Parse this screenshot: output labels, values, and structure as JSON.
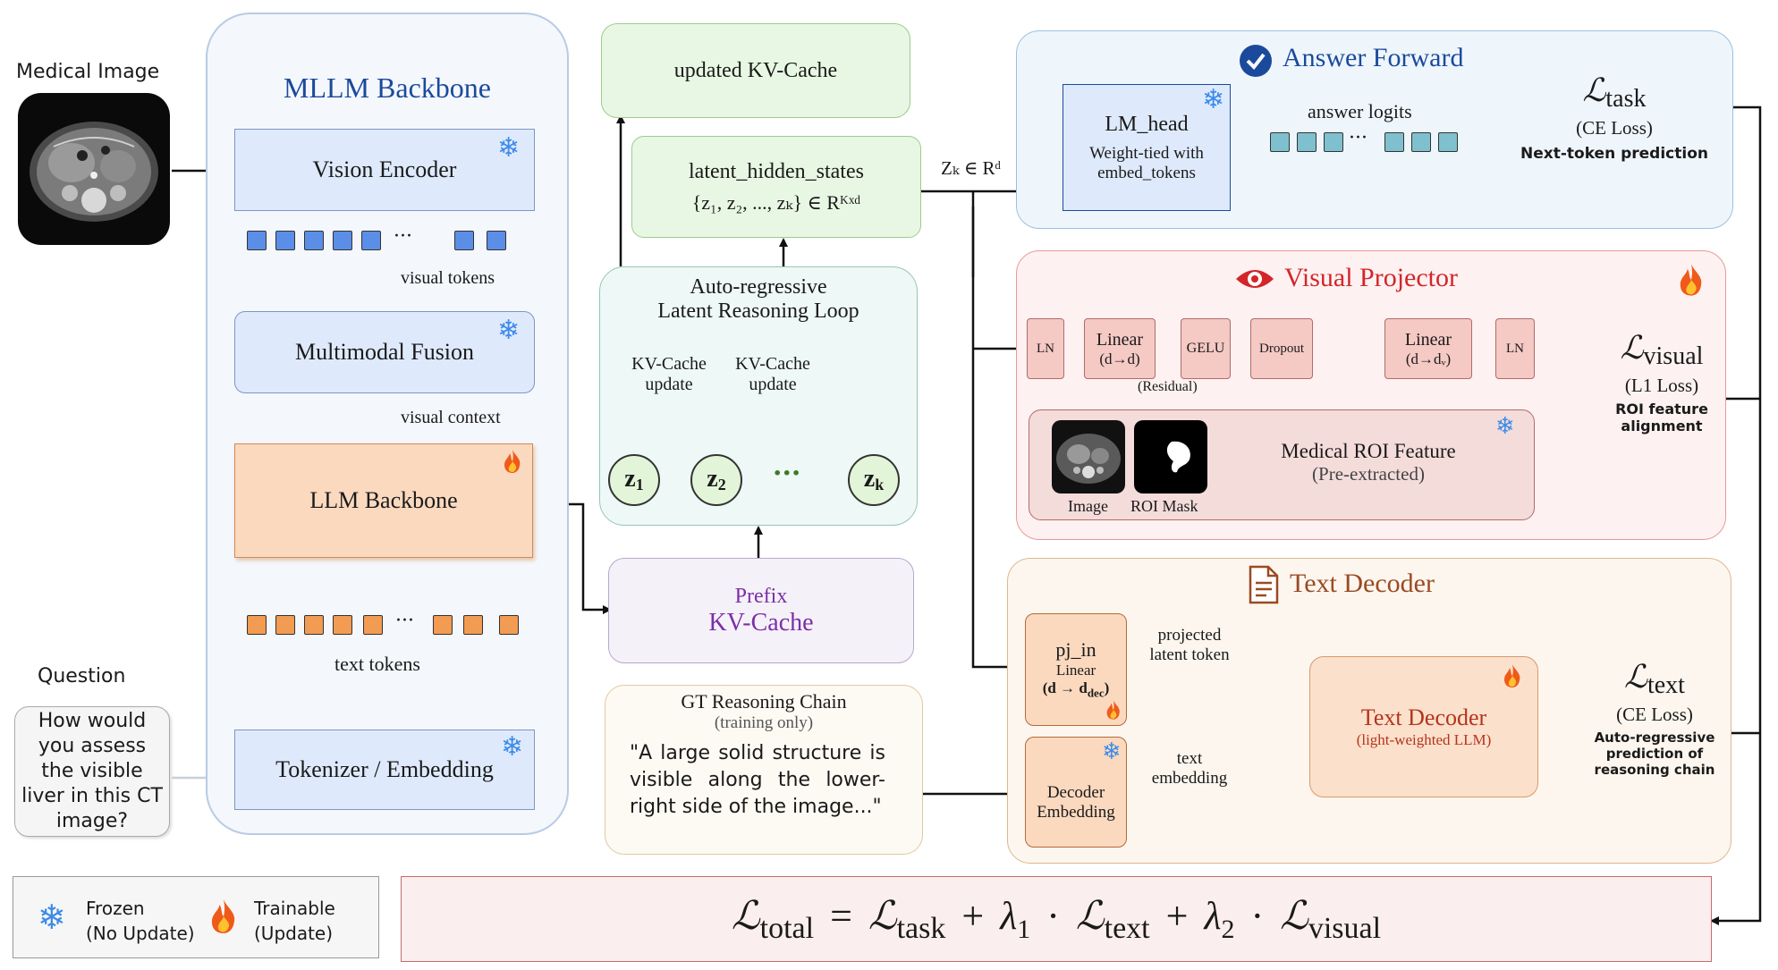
{
  "left": {
    "medical_image_label": "Medical Image",
    "question_label": "Question",
    "question_text": "How would you assess the visible liver in this CT image?"
  },
  "backbone": {
    "title": "MLLM Backbone",
    "vision_encoder": "Vision Encoder",
    "visual_tokens": "visual tokens",
    "multimodal_fusion": "Multimodal Fusion",
    "visual_context": "visual context",
    "llm_backbone": "LLM Backbone",
    "text_tokens": "text tokens",
    "tokenizer": "Tokenizer / Embedding",
    "ellipsis": "···"
  },
  "middle": {
    "updated_kv": "updated KV-Cache",
    "latent_title": "latent_hidden_states",
    "latent_set": "{z₁, z₂, ..., zₖ} ∈ Rᴷˣᵈ",
    "loop_title_1": "Auto-regressive",
    "loop_title_2": "Latent Reasoning Loop",
    "kv_update_a_1": "KV-Cache",
    "kv_update_a_2": "update",
    "kv_update_b_1": "KV-Cache",
    "kv_update_b_2": "update",
    "z1": "z",
    "z1_sub": "1",
    "z2": "z",
    "z2_sub": "2",
    "zk": "z",
    "zk_sub": "k",
    "dots": "···",
    "prefix_1": "Prefix",
    "prefix_2": "KV-Cache",
    "gt_title": "GT Reasoning Chain",
    "gt_sub": "(training only)",
    "gt_text": "\"A large solid structure is visible along the lower-right side of the image...\"",
    "zk_label": "Zₖ ∈ Rᵈ"
  },
  "answer": {
    "title": "Answer Forward",
    "lm_head": "LM_head",
    "lm_sub_1": "Weight-tied with",
    "lm_sub_2": "embed_tokens",
    "logits": "answer logits",
    "loss_sym": "ℒ",
    "loss_sub": "task",
    "loss_name": "(CE Loss)",
    "loss_desc": "Next-token prediction"
  },
  "visual": {
    "title": "Visual Projector",
    "ln1": "LN",
    "linear1_1": "Linear",
    "linear1_2": "(d→d)",
    "gelu": "GELU",
    "dropout": "Dropout",
    "linear2_1": "Linear",
    "linear2_2": "(d→dᵥ)",
    "ln2": "LN",
    "residual": "(Residual)",
    "roi_title": "Medical ROI Feature",
    "roi_sub": "(Pre-extracted)",
    "image_label": "Image",
    "mask_label": "ROI Mask",
    "loss_sym": "ℒ",
    "loss_sub": "visual",
    "loss_name": "(L1 Loss)",
    "loss_desc_1": "ROI feature",
    "loss_desc_2": "alignment"
  },
  "text": {
    "title": "Text Decoder",
    "pj_in": "pj_in",
    "pj_linear": "Linear",
    "pj_dims": "(d → d",
    "pj_dims_sub": "dec",
    "pj_dims_end": ")",
    "projected_1": "projected",
    "projected_2": "latent token",
    "dec_emb_1": "Decoder",
    "dec_emb_2": "Embedding",
    "text_emb_1": "text",
    "text_emb_2": "embedding",
    "decoder_title": "Text Decoder",
    "decoder_sub": "(light-weighted LLM)",
    "loss_sym": "ℒ",
    "loss_sub": "text",
    "loss_name": "(CE Loss)",
    "loss_desc_1": "Auto-regressive",
    "loss_desc_2": "prediction of",
    "loss_desc_3": "reasoning chain"
  },
  "legend": {
    "frozen_1": "Frozen",
    "frozen_2": "(No Update)",
    "trainable_1": "Trainable",
    "trainable_2": "(Update)"
  },
  "total": {
    "l_total": "ℒ",
    "l_total_sub": "total",
    "eq": "=",
    "l_task": "ℒ",
    "l_task_sub": "task",
    "plus1": "+",
    "lambda1": "λ",
    "lambda1_sub": "1",
    "dot1": "·",
    "l_text": "ℒ",
    "l_text_sub": "text",
    "plus2": "+",
    "lambda2": "λ",
    "lambda2_sub": "2",
    "dot2": "·",
    "l_visual": "ℒ",
    "l_visual_sub": "visual"
  },
  "colors": {
    "blue_box": "#deeafc",
    "orange_box": "#fbd9bf",
    "green_box": "#e8f7e3",
    "purple_text": "#7b2fa6",
    "red_title": "#d3262a",
    "brown_title": "#9b4a22",
    "blue_title": "#1b4a9c"
  }
}
